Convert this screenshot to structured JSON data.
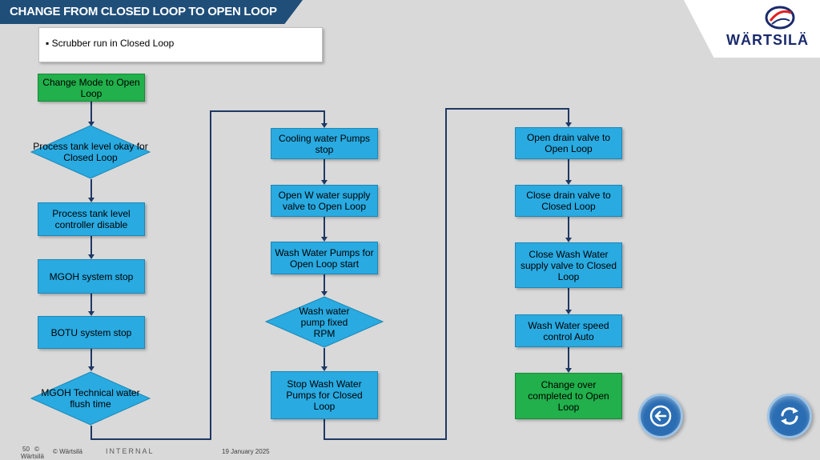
{
  "header": {
    "title": "CHANGE FROM CLOSED LOOP TO OPEN LOOP",
    "logo_text": "WÄRTSILÄ",
    "logo_icon": "wartsila-swirl-icon"
  },
  "bullet": {
    "text": "▪  Scrubber run in Closed Loop"
  },
  "flow": {
    "col1": {
      "start": "Change Mode to Open Loop",
      "d1": "Process tank level okay for Closed Loop",
      "s2": "Process tank level controller disable",
      "s3": "MGOH system stop",
      "s4": "BOTU system stop",
      "d2": "MGOH Technical water flush time"
    },
    "col2": {
      "s1": "Cooling water Pumps stop",
      "s2": "Open W water supply valve to Open Loop",
      "s3": "Wash Water Pumps for Open Loop start",
      "d1": "Wash water pump fixed RPM",
      "s4": "Stop Wash Water Pumps for Closed Loop"
    },
    "col3": {
      "s1": "Open drain valve to Open Loop",
      "s2": "Close drain valve to Closed Loop",
      "s3": "Close Wash Water supply valve to Closed Loop",
      "s4": "Wash Water speed control Auto",
      "end": "Change over completed to Open Loop"
    }
  },
  "nav": {
    "back_icon": "arrow-left-icon",
    "refresh_icon": "refresh-icon"
  },
  "colors": {
    "title_bar": "#1f4e79",
    "process_box": "#29aae1",
    "terminal_box": "#21b04b",
    "connector": "#1f3864"
  },
  "footer": {
    "page": "50",
    "copyright_left": "©",
    "copyright_left2": "Wärtsilä",
    "copyright": "© Wärtsilä",
    "classification": "INTERNAL",
    "date": "19 January 2025"
  }
}
